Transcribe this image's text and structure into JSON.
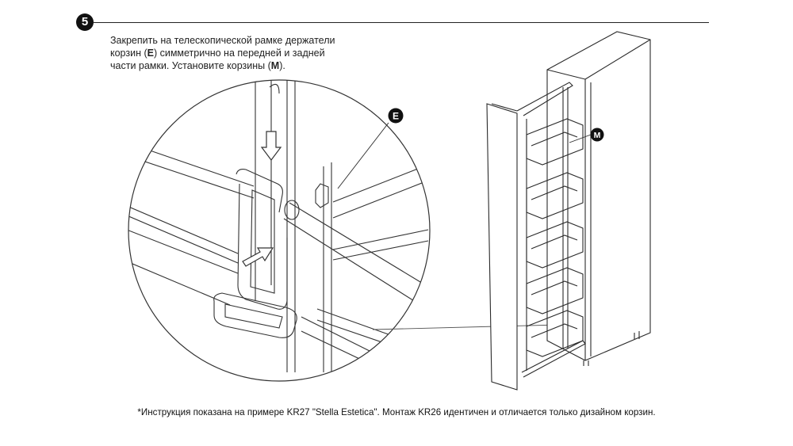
{
  "step": {
    "number": "5"
  },
  "instruction": {
    "line1": "Закрепить на телескопической рамке держатели",
    "line2_pre": "корзин (",
    "line2_bold": "E",
    "line2_post": ") симметрично на передней и задней",
    "line3_pre": "части рамки. Установите корзины (",
    "line3_bold": "M",
    "line3_post": ")."
  },
  "callouts": {
    "E": "E",
    "M": "M"
  },
  "footnote": "*Инструкция показана на примере KR27 \"Stella Estetica\". Монтаж KR26 идентичен и отличается только дизайном корзин.",
  "icons": [
    "down-arrow-icon",
    "right-arrow-icon"
  ],
  "colors": {
    "line": "#2a2a2a",
    "badge": "#111111",
    "accent_gray": "#9a9a9a"
  }
}
